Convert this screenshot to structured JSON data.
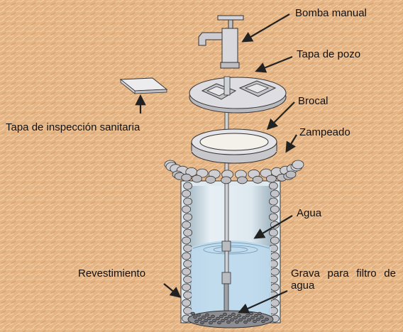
{
  "labels": {
    "bomba_manual": "Bomba manual",
    "tapa_pozo": "Tapa de pozo",
    "brocal": "Brocal",
    "zampeado": "Zampeado",
    "tapa_inspeccion": "Tapa de inspección sanitaria",
    "agua": "Agua",
    "revestimiento": "Revestimiento",
    "grava": "Grava para filtro de agua"
  },
  "colors": {
    "background": "#e8b888",
    "water": "#c9e2f2",
    "stone": "#c9c9cc",
    "gravel": "#9a9aa0",
    "metal": "#d4d4d8",
    "line": "#222222"
  }
}
